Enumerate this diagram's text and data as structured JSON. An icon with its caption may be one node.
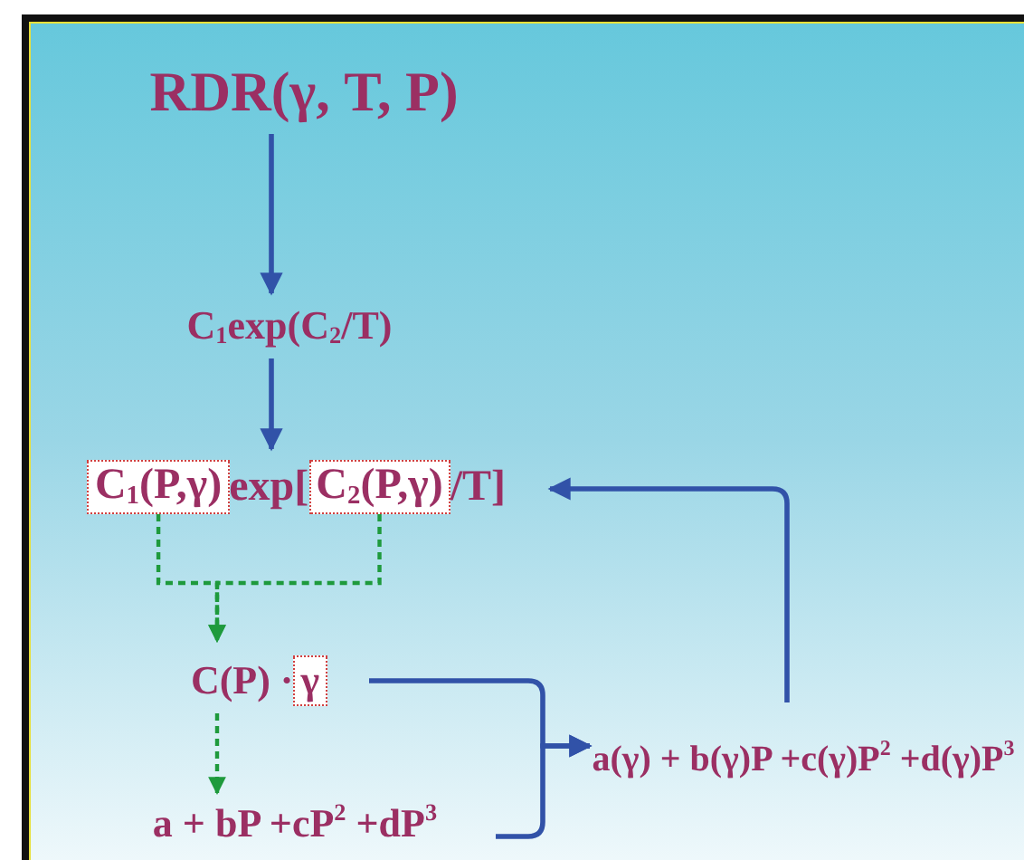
{
  "diagram": {
    "nodes": [
      {
        "text": [
          "RDR(γ, T, P)"
        ]
      },
      {
        "text": [
          "C$_{1}$exp(C$_{2}$/T)"
        ]
      },
      {
        "text": [
          "exp[",
          "/T]"
        ]
      },
      {
        "text": [
          "C$_{1}$(P,γ)"
        ],
        "in": 2
      },
      {
        "text": [
          "C$_{2}$(P,γ)"
        ],
        "in": 2
      },
      {
        "text": [
          "C(P) ·"
        ]
      },
      {
        "text": [
          "γ"
        ],
        "in": 5
      },
      {
        "text": [
          "a + bP +cP$^{2}$ +dP$^{3}$"
        ]
      },
      {
        "text": [
          "a(γ) + b(γ)P +c(γ)P$^{2}$ +d(γ)P$^{3}$"
        ]
      }
    ],
    "edges": [
      {
        "from": 0,
        "to": 1,
        "arrow": "to"
      },
      {
        "from": 1,
        "to": 2,
        "arrow": "to"
      },
      {
        "from": 3,
        "to": 5,
        "arrow": "to",
        "style": "dashed",
        "color": "#1e9a3c"
      },
      {
        "from": 4,
        "to": 5,
        "arrow": "to",
        "style": "dashed",
        "color": "#1e9a3c"
      },
      {
        "from": 5,
        "to": 7,
        "arrow": "to",
        "style": "dashed",
        "color": "#1e9a3c"
      },
      {
        "from": 5,
        "to": 8,
        "arrow": "to"
      },
      {
        "from": 7,
        "to": 8,
        "arrow": "to"
      },
      {
        "from": 8,
        "to": 2,
        "arrow": "to"
      }
    ]
  }
}
